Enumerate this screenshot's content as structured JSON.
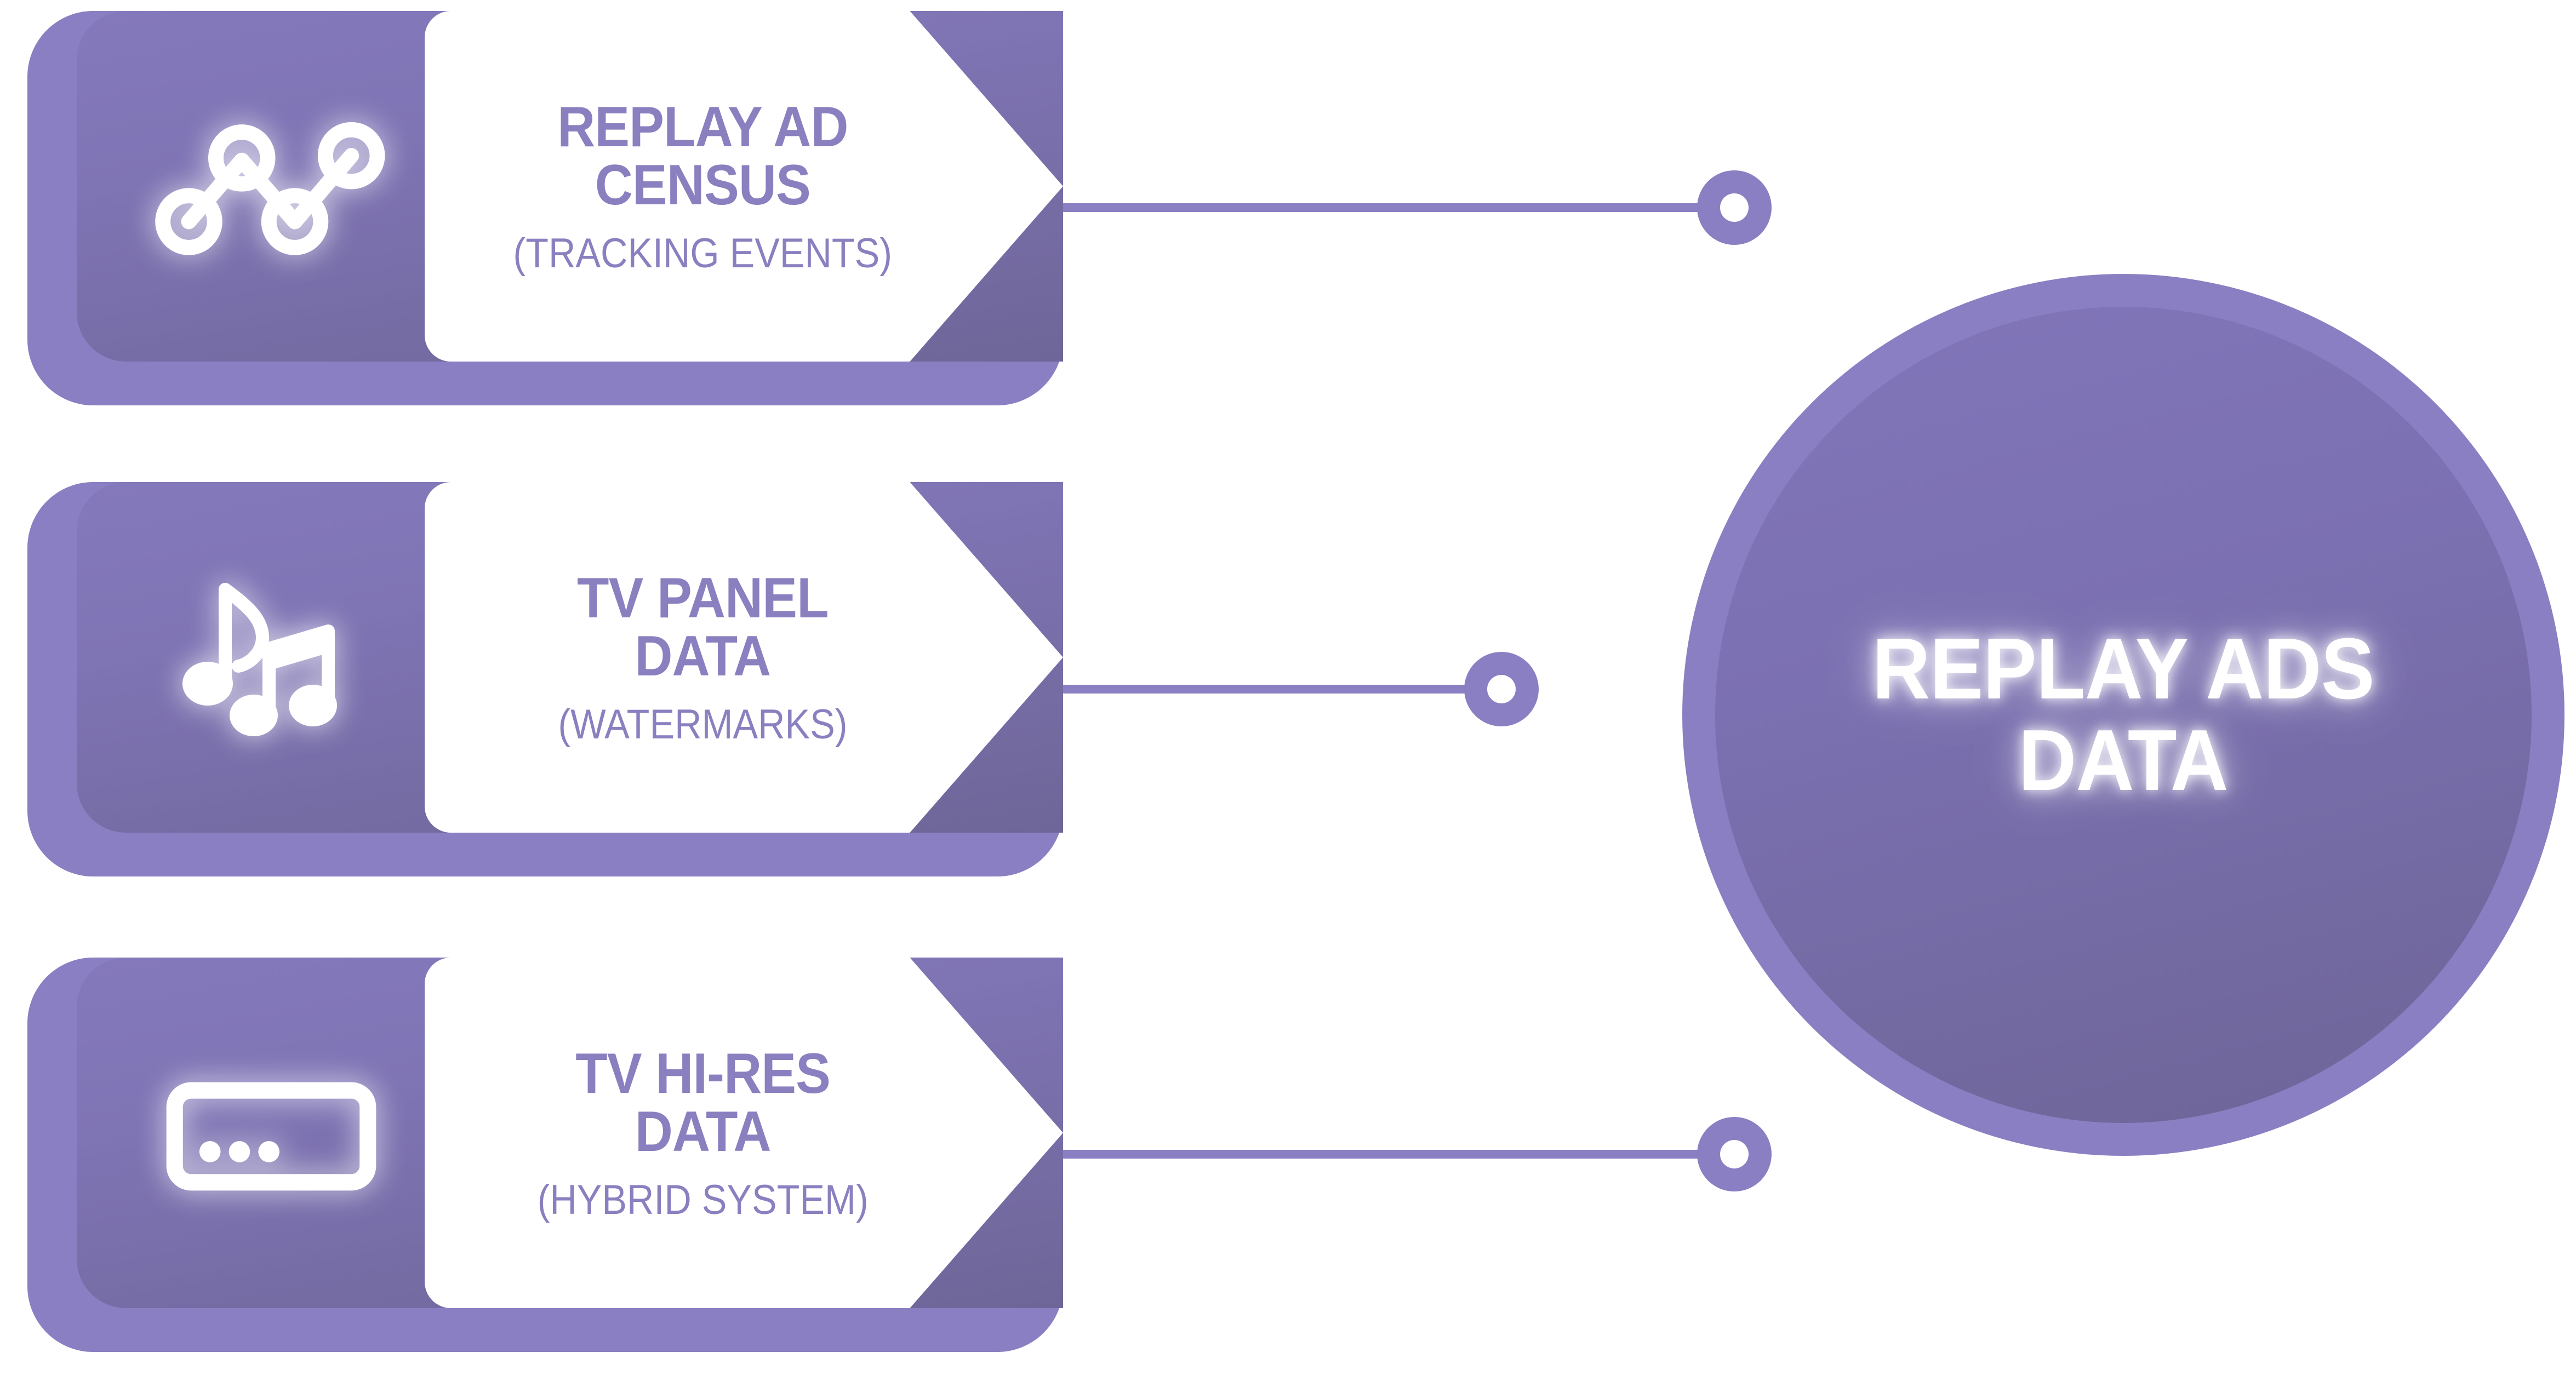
{
  "diagram": {
    "type": "hub-and-spoke",
    "sources": [
      {
        "id": "replay-ad-census",
        "title": "REPLAY AD\nCENSUS",
        "subtitle": "(TRACKING EVENTS)",
        "icon": "line-chart-icon"
      },
      {
        "id": "tv-panel-data",
        "title": "TV PANEL\nDATA",
        "subtitle": "(WATERMARKS)",
        "icon": "music-notes-icon"
      },
      {
        "id": "tv-hi-res-data",
        "title": "TV HI-RES\nDATA",
        "subtitle": "(HYBRID SYSTEM)",
        "icon": "screen-dots-icon"
      }
    ],
    "hub": {
      "id": "replay-ads-data",
      "label": "REPLAY ADS\nDATA"
    },
    "colors": {
      "card_outer": "#8A7FC2",
      "card_inner_top": "#8479BB",
      "card_inner_bottom": "#6E6698",
      "panel_background": "#FFFFFF",
      "text_purple": "#8A80C0",
      "hub_ring": "#8A7FC2",
      "hub_fill_top": "#8176B9",
      "hub_fill_bottom": "#6D6597",
      "connector": "#8A7FC2",
      "hub_text": "#FFFFFF",
      "icon": "#FFFFFF"
    }
  }
}
